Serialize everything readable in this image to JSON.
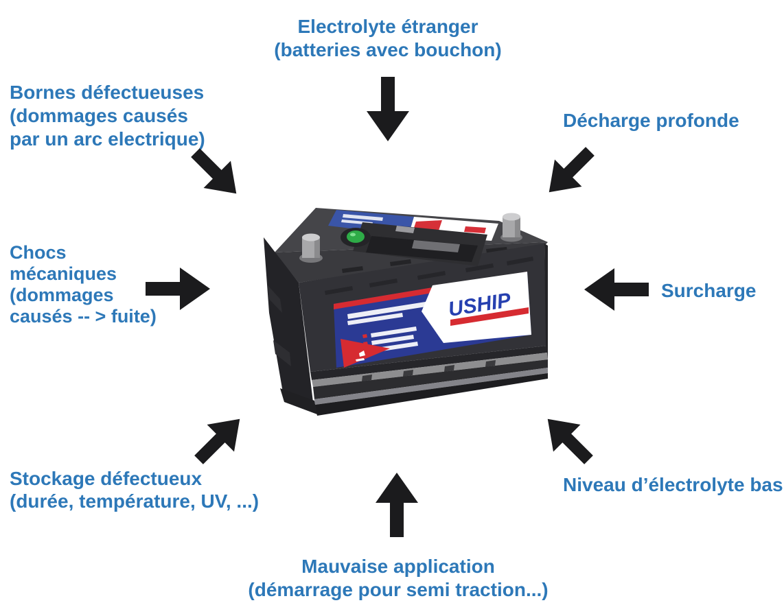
{
  "colors": {
    "text-blue": "#2d78b8",
    "arrow-black": "#1b1b1d",
    "battery-body": "#323237",
    "label-blue": "#2b3a94",
    "label-red": "#d62b31",
    "brand-blue": "#2640b0",
    "eye-green": "#2eab47"
  },
  "battery": {
    "brand": "USHIP"
  },
  "labels": {
    "top": {
      "lines": [
        "Electrolyte étranger",
        "(batteries avec bouchon)"
      ]
    },
    "top_left": {
      "lines": [
        "Bornes défectueuses",
        "(dommages causés",
        "par un arc electrique)"
      ]
    },
    "top_right": {
      "lines": [
        "Décharge profonde"
      ]
    },
    "left": {
      "lines": [
        "Chocs",
        "mécaniques",
        "(dommages",
        "causés -- > fuite)"
      ]
    },
    "right": {
      "lines": [
        "Surcharge"
      ]
    },
    "bottom_left": {
      "lines": [
        "Stockage défectueux",
        "(durée, température, UV, ...)"
      ]
    },
    "bottom_right": {
      "lines": [
        "Niveau d’électrolyte bas"
      ]
    },
    "bottom": {
      "lines": [
        "Mauvaise application",
        "(démarrage pour semi traction...)"
      ]
    }
  }
}
